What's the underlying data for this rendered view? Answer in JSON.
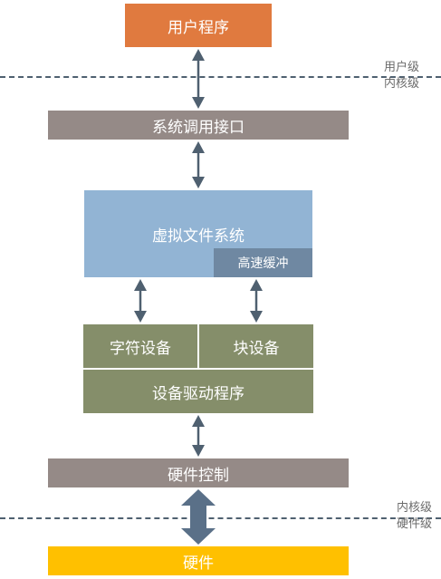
{
  "blocks": {
    "user_program": "用户程序",
    "syscall": "系统调用接口",
    "vfs": "虚拟文件系统",
    "cache": "高速缓冲",
    "char_device": "字符设备",
    "block_device": "块设备",
    "device_driver": "设备驱动程序",
    "hw_control": "硬件控制",
    "hardware": "硬件"
  },
  "boundaries": {
    "user_kernel": {
      "upper": "用户级",
      "lower": "内核级"
    },
    "kernel_hardware": {
      "upper": "内核级",
      "lower": "硬件级"
    }
  },
  "colors": {
    "user_program": "#e07a3f",
    "syscall": "#958a87",
    "vfs": "#92b4d4",
    "cache": "#6f88a2",
    "device": "#858e6a",
    "hw_control": "#958a87",
    "hardware": "#ffc000",
    "arrow": "#4f6070"
  }
}
